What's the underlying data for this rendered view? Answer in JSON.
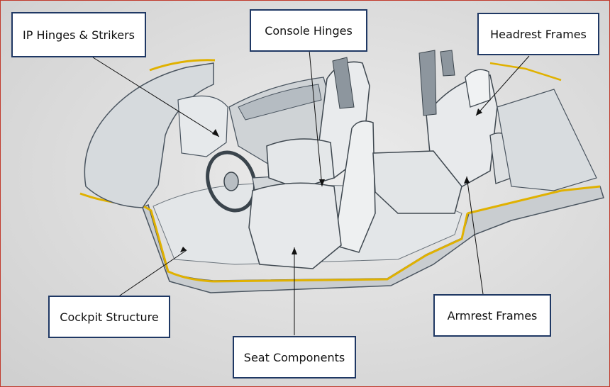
{
  "labels": {
    "ip_hinges": "IP Hinges & Strikers",
    "console_hinges": "Console Hinges",
    "headrest_frames": "Headrest Frames",
    "cockpit_structure": "Cockpit Structure",
    "seat_components": "Seat Components",
    "armrest_frames": "Armrest Frames"
  },
  "colors": {
    "label_border": "#1f3864",
    "trim_accent": "#e0b100",
    "sketch_line": "#4a5560",
    "frame_border": "#c0392b"
  }
}
